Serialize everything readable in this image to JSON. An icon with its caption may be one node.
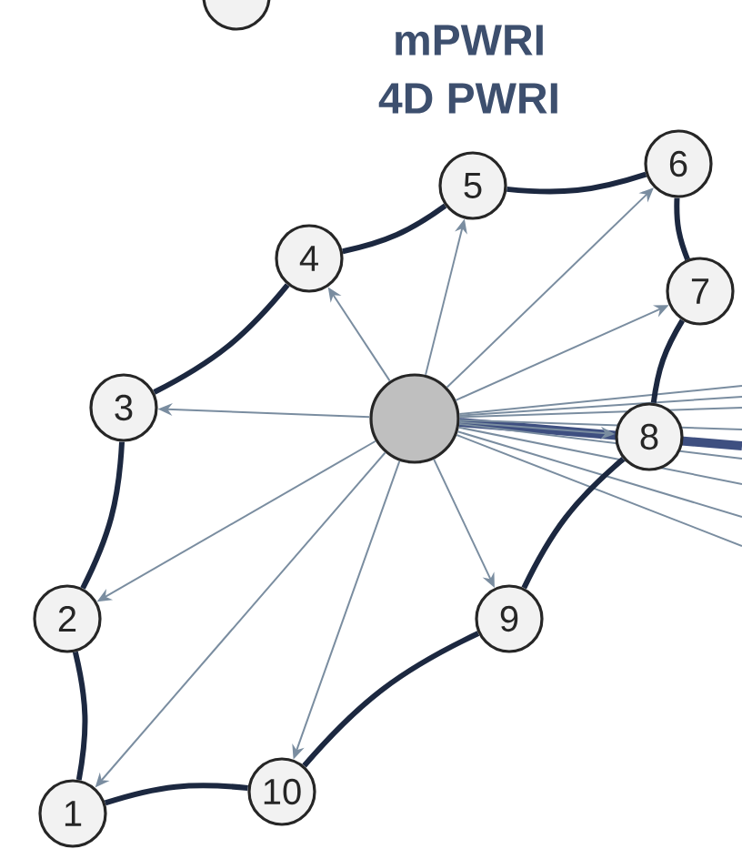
{
  "diagram": {
    "title": "mPWRI",
    "nodes": [
      {
        "text": [],
        "shape": "circle"
      },
      {
        "text": [],
        "shape": "circle"
      },
      {
        "text": [
          "1"
        ]
      },
      {
        "text": [
          "2"
        ]
      },
      {
        "text": [
          "3"
        ]
      },
      {
        "text": [
          "4"
        ]
      },
      {
        "text": [
          "5"
        ]
      },
      {
        "text": [
          "6"
        ]
      },
      {
        "text": [
          "7"
        ]
      },
      {
        "text": [
          "8"
        ]
      },
      {
        "text": [
          "9"
        ]
      },
      {
        "text": [
          "10"
        ]
      }
    ],
    "edges": [
      {
        "from": 2,
        "to": 3,
        "arrow": "none",
        "style": "thick",
        "color": "#1c2840"
      },
      {
        "from": 3,
        "to": 4,
        "arrow": "none",
        "style": "thick",
        "color": "#1c2840"
      },
      {
        "from": 4,
        "to": 5,
        "arrow": "none",
        "style": "thick",
        "color": "#1c2840"
      },
      {
        "from": 5,
        "to": 6,
        "arrow": "none",
        "style": "thick",
        "color": "#1c2840"
      },
      {
        "from": 6,
        "to": 7,
        "arrow": "none",
        "style": "thick",
        "color": "#1c2840"
      },
      {
        "from": 7,
        "to": 8,
        "arrow": "none",
        "style": "thick",
        "color": "#1c2840"
      },
      {
        "from": 8,
        "to": 9,
        "arrow": "none",
        "style": "thick",
        "color": "#1c2840"
      },
      {
        "from": 9,
        "to": 10,
        "arrow": "none",
        "style": "thick",
        "color": "#1c2840"
      },
      {
        "from": 10,
        "to": 11,
        "arrow": "none",
        "style": "thick",
        "color": "#1c2840"
      },
      {
        "from": 11,
        "to": 2,
        "arrow": "none",
        "style": "thick",
        "color": "#1c2840"
      },
      {
        "from": 1,
        "to": 2,
        "arrow": "to"
      },
      {
        "from": 1,
        "to": 3,
        "arrow": "to"
      },
      {
        "from": 1,
        "to": 4,
        "arrow": "to"
      },
      {
        "from": 1,
        "to": 5,
        "arrow": "to"
      },
      {
        "from": 1,
        "to": 6,
        "arrow": "to"
      },
      {
        "from": 1,
        "to": 7,
        "arrow": "to"
      },
      {
        "from": 1,
        "to": 8,
        "arrow": "to"
      },
      {
        "from": 1,
        "to": 9,
        "arrow": "to"
      },
      {
        "from": 1,
        "to": 10,
        "arrow": "to"
      },
      {
        "from": 1,
        "to": 11,
        "arrow": "to"
      },
      {
        "from": 1,
        "to": null,
        "arrow": "none",
        "style": "thick",
        "color": "#3e4f80"
      },
      {
        "from": 1,
        "to": null,
        "arrow": "none"
      },
      {
        "from": 1,
        "to": null,
        "arrow": "none"
      },
      {
        "from": 1,
        "to": null,
        "arrow": "none"
      },
      {
        "from": 1,
        "to": null,
        "arrow": "none"
      },
      {
        "from": 1,
        "to": null,
        "arrow": "none"
      },
      {
        "from": 1,
        "to": null,
        "arrow": "none"
      },
      {
        "from": 1,
        "to": null,
        "arrow": "none"
      },
      {
        "from": 1,
        "to": null,
        "arrow": "none"
      }
    ],
    "labels": [
      "4D PWRI"
    ]
  }
}
